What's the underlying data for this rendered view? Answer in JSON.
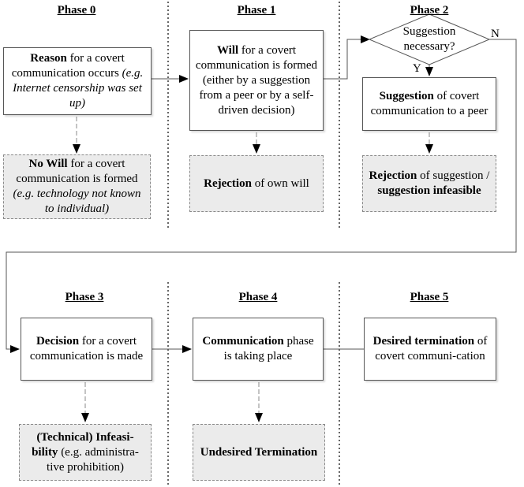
{
  "phases": [
    "Phase 0",
    "Phase 1",
    "Phase 2",
    "Phase 3",
    "Phase 4",
    "Phase 5"
  ],
  "phase0": {
    "reason": {
      "bold": "Reason",
      "text": " for a covert communication occurs ",
      "italic": "(e.g. Internet censorship was set up)"
    },
    "nowill": {
      "bold": "No Will",
      "text": " for a covert communication is formed ",
      "italic": "(e.g. technology not known to individual)"
    }
  },
  "phase1": {
    "will": {
      "bold": "Will",
      "text": " for a covert communication is formed (either by a suggestion from a peer or by a self-driven decision)"
    },
    "rejection": {
      "bold": "Rejection",
      "text": " of own will"
    }
  },
  "phase2": {
    "decision": {
      "line1": "Suggestion",
      "line2": "necessary?",
      "yes": "Y",
      "no": "N"
    },
    "suggestion": {
      "bold": "Suggestion",
      "text": " of covert communication to a peer"
    },
    "rejection": {
      "bold1": "Rejection",
      "text1": " of suggestion / ",
      "bold2": "suggestion infeasible"
    }
  },
  "phase3": {
    "decision": {
      "bold": "Decision",
      "text": " for a covert communication is made"
    },
    "infeasibility": {
      "bold": "(Technical) Infeasi-bility",
      "text": " (e.g. administra-tive prohibition)"
    }
  },
  "phase4": {
    "communication": {
      "bold": "Communication",
      "text": " phase is taking place"
    },
    "undesired": {
      "bold": "Undesired Termination"
    }
  },
  "phase5": {
    "desired": {
      "bold": "Desired termination",
      "text": " of covert communi-cation"
    }
  },
  "colors": {
    "line": "#555555",
    "reject_fill": "#ebebeb"
  }
}
